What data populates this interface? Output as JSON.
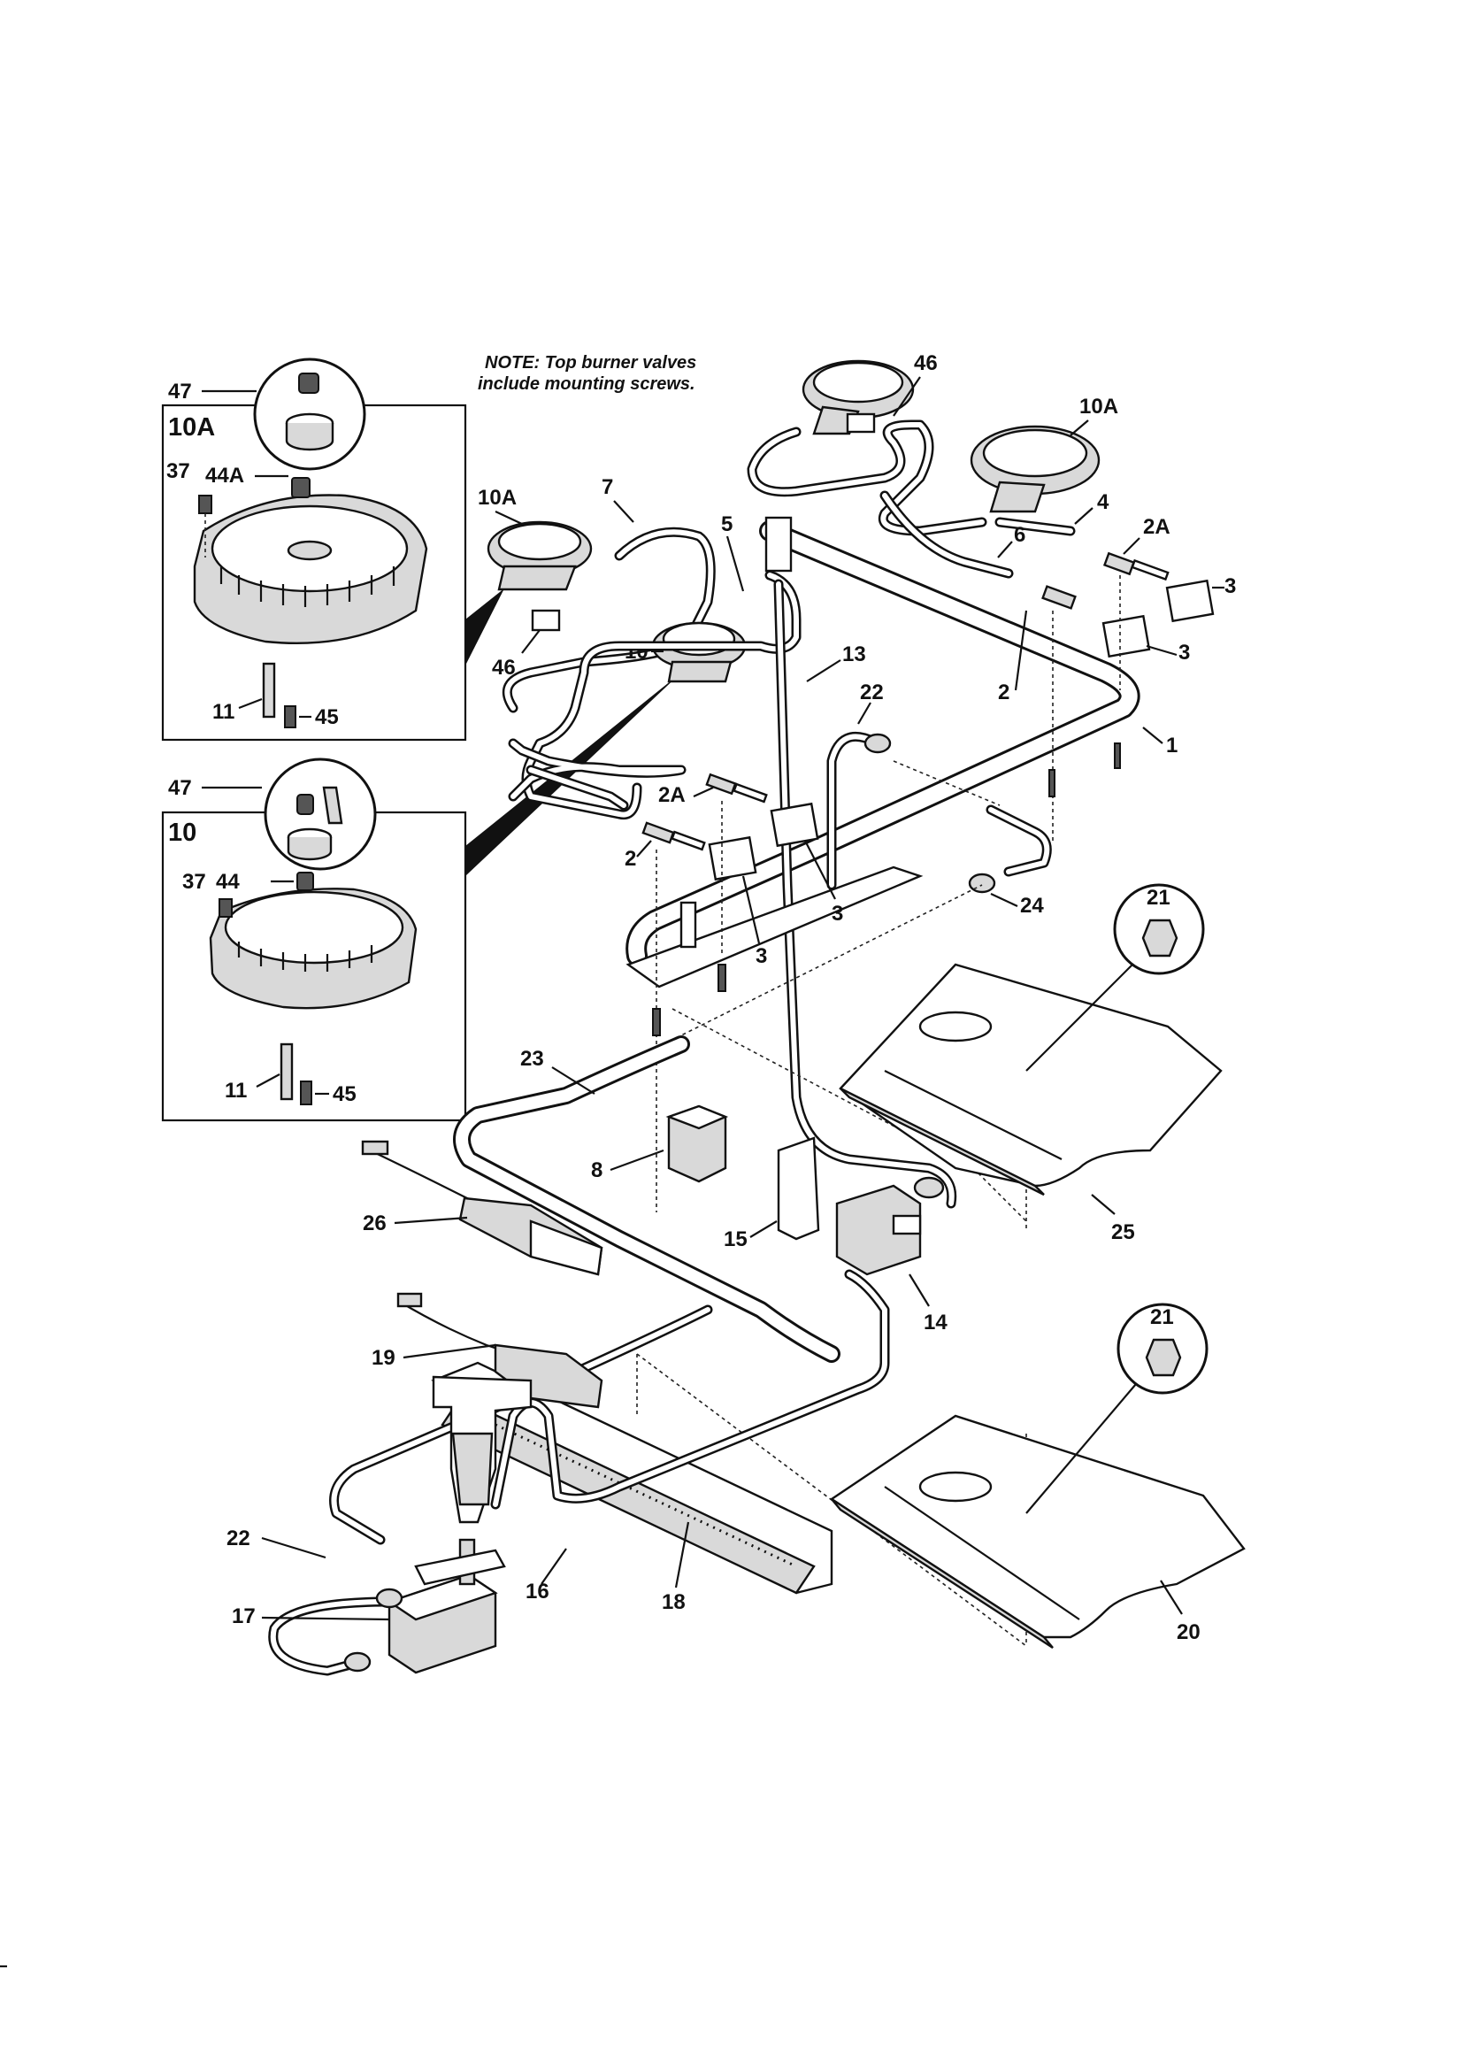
{
  "note": {
    "line1": "NOTE: Top burner valves",
    "line2": "include mounting screws."
  },
  "insets": [
    {
      "title": "10A",
      "callouts": [
        "47",
        "37",
        "44A",
        "11",
        "45"
      ]
    },
    {
      "title": "10",
      "callouts": [
        "47",
        "37",
        "44",
        "11",
        "45"
      ]
    }
  ],
  "labels": {
    "p1": "1",
    "p2a": "2",
    "p2b": "2",
    "p2Aa": "2A",
    "p2Ab": "2A",
    "p3a": "3",
    "p3b": "3",
    "p3c": "3",
    "p3d": "3",
    "p4": "4",
    "p5": "5",
    "p6": "6",
    "p7": "7",
    "p8": "8",
    "p10": "10",
    "p10Aa": "10A",
    "p10Ab": "10A",
    "p13": "13",
    "p14": "14",
    "p15": "15",
    "p16": "16",
    "p17": "17",
    "p18": "18",
    "p19": "19",
    "p20": "20",
    "p21a": "21",
    "p21b": "21",
    "p22a": "22",
    "p22b": "22",
    "p23": "23",
    "p24": "24",
    "p25": "25",
    "p26": "26",
    "p46a": "46",
    "p46b": "46"
  }
}
